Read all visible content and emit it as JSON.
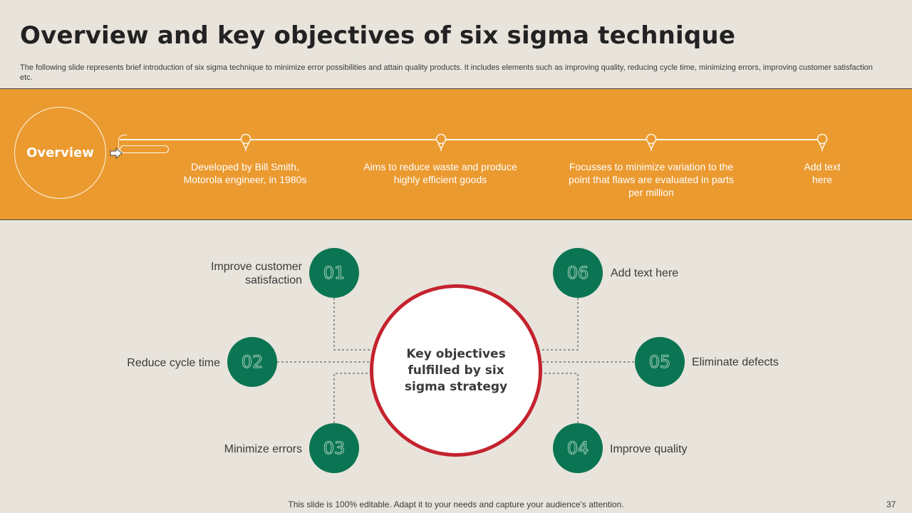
{
  "slide": {
    "title": "Overview and key objectives of six sigma technique",
    "subtitle": "The following slide represents brief introduction of six sigma technique to minimize error possibilities and attain quality products. It includes elements such as improving quality, reducing cycle time, minimizing errors, improving customer satisfaction etc."
  },
  "overview": {
    "label": "Overview",
    "milestones": [
      {
        "text": "Developed by Bill Smith, Motorola engineer, in 1980s"
      },
      {
        "text": "Aims to reduce waste and produce highly efficient goods"
      },
      {
        "text": "Focusses to minimize variation to the point that flaws are evaluated in parts per million"
      },
      {
        "text": "Add text here"
      }
    ]
  },
  "objectives": {
    "center": "Key objectives fulfilled by six sigma strategy",
    "items": [
      {
        "num": "01",
        "label": "Improve customer satisfaction"
      },
      {
        "num": "02",
        "label": "Reduce cycle time"
      },
      {
        "num": "03",
        "label": "Minimize errors"
      },
      {
        "num": "04",
        "label": "Improve quality"
      },
      {
        "num": "05",
        "label": "Eliminate defects"
      },
      {
        "num": "06",
        "label": "Add text here"
      }
    ]
  },
  "footer": {
    "note": "This slide is 100% editable. Adapt it to your needs and capture your audience's attention.",
    "page": "37"
  },
  "colors": {
    "band": "#eb9a30",
    "green": "#0b7553",
    "red": "#c4232e",
    "background": "#e8e4dc"
  }
}
